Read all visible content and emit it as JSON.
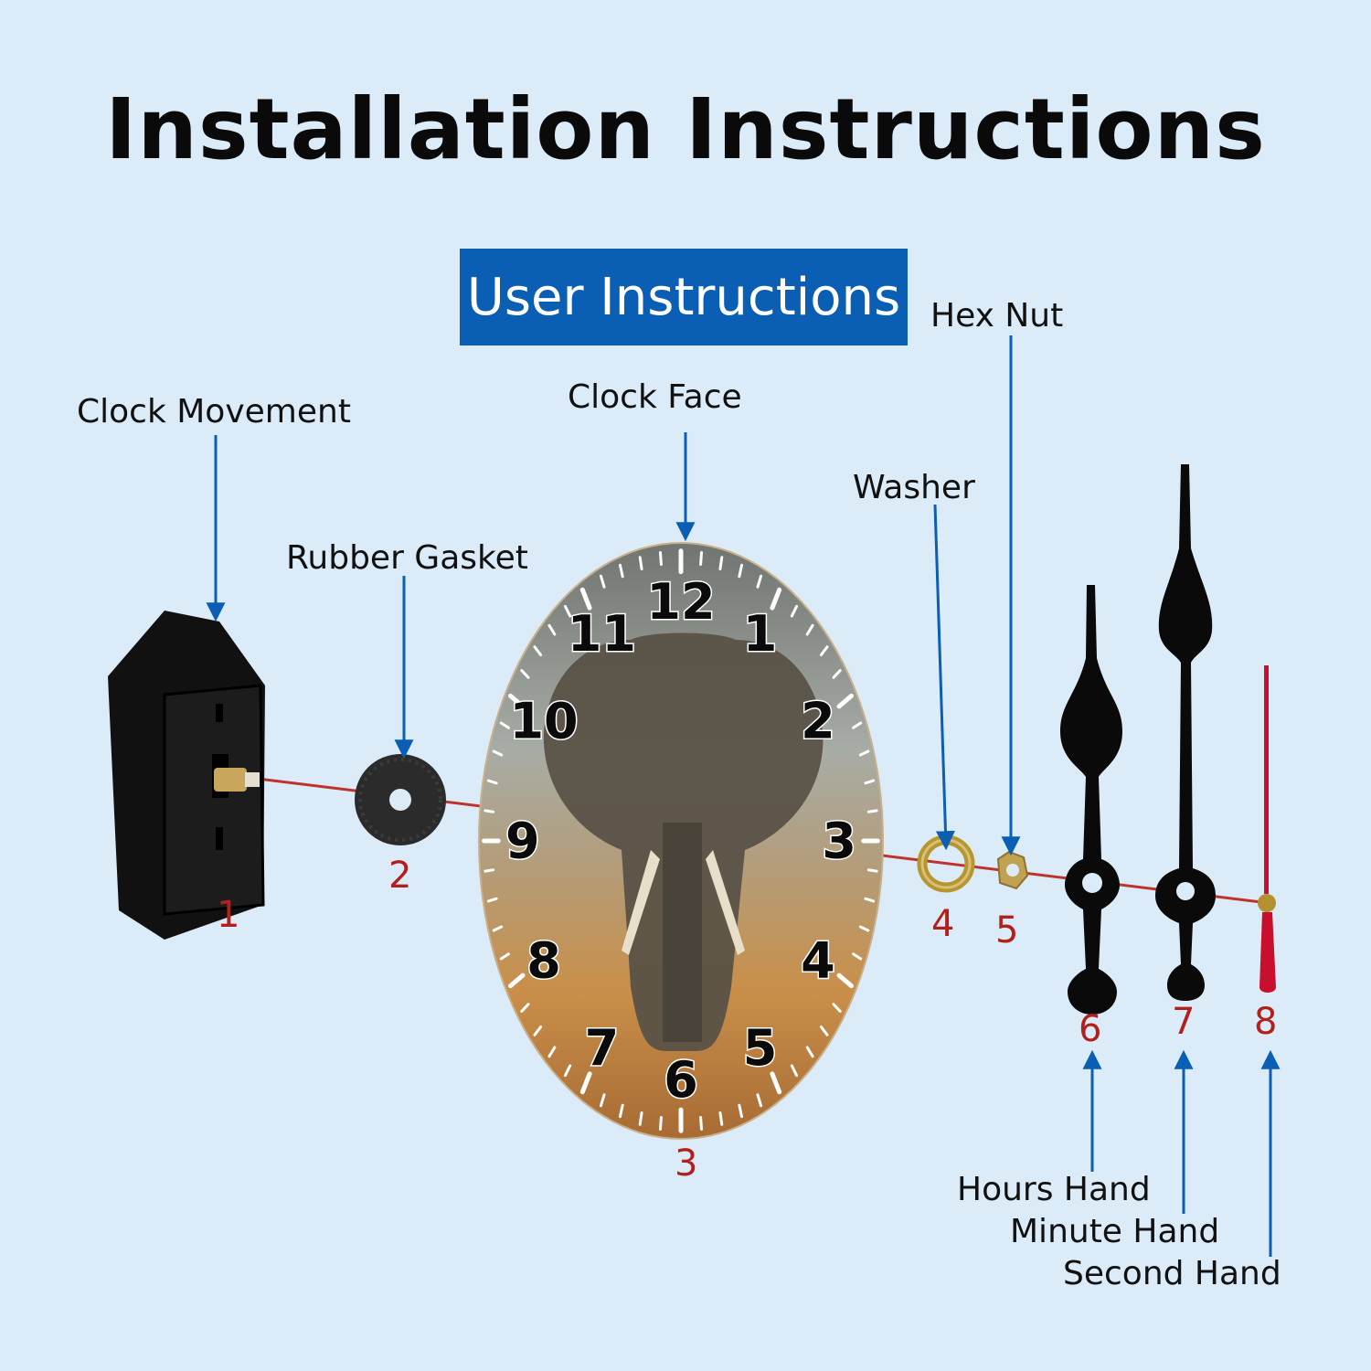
{
  "title": "Installation Instructions",
  "badge": "User Instructions",
  "parts": {
    "movement": {
      "label": "Clock Movement",
      "number": "1"
    },
    "gasket": {
      "label": "Rubber Gasket",
      "number": "2"
    },
    "face": {
      "label": "Clock Face",
      "number": "3"
    },
    "washer": {
      "label": "Washer",
      "number": "4"
    },
    "hexnut": {
      "label": "Hex Nut",
      "number": "5"
    },
    "hours": {
      "label": "Hours Hand",
      "number": "6"
    },
    "minute": {
      "label": "Minute Hand",
      "number": "7"
    },
    "second": {
      "label": "Second Hand",
      "number": "8"
    }
  },
  "clock_numerals": [
    "12",
    "1",
    "2",
    "3",
    "4",
    "5",
    "6",
    "7",
    "8",
    "9",
    "10",
    "11"
  ],
  "colors": {
    "background": "#dbecf8",
    "badge": "#0a5fb4",
    "arrow": "#0a5fb4",
    "axis": "#c0332c",
    "number": "#b3201c"
  }
}
